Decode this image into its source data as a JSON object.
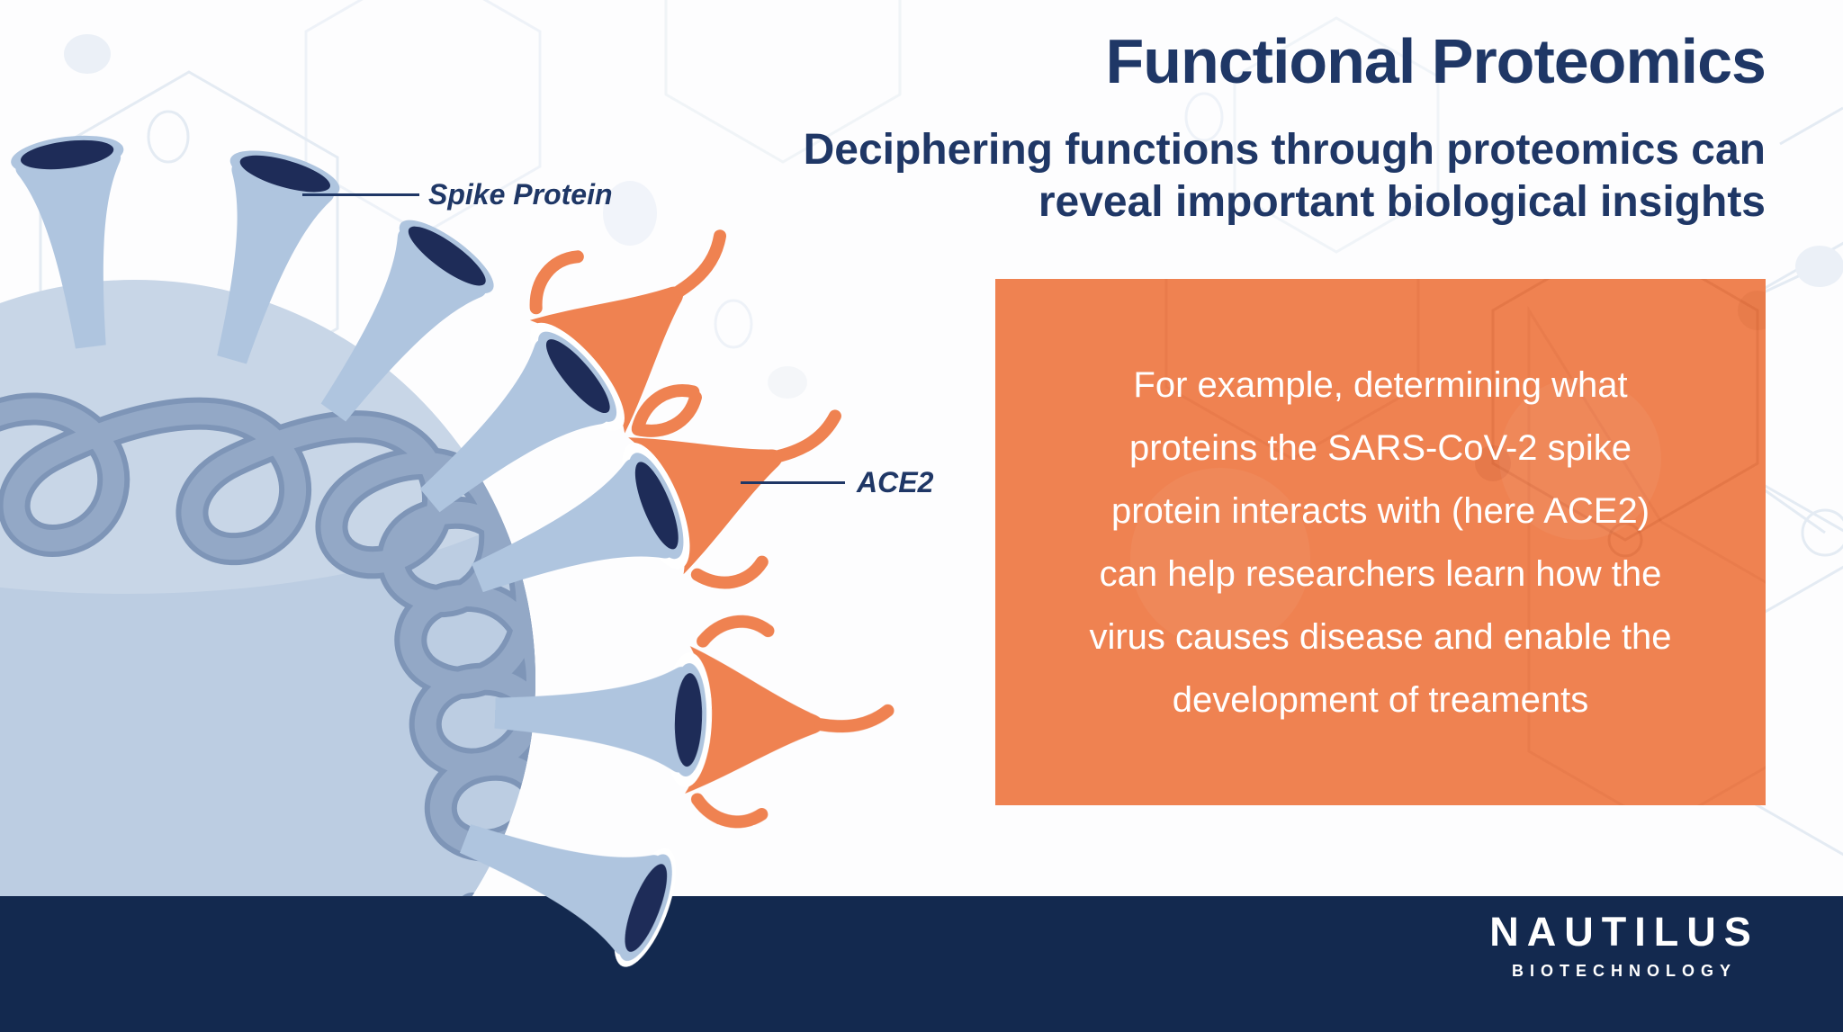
{
  "header": {
    "title": "Functional Proteomics",
    "subtitle_lines": [
      "Deciphering functions through proteomics can",
      "reveal important biological insights"
    ]
  },
  "callout": {
    "lines": [
      "For example, determining what",
      "proteins the SARS-CoV-2 spike",
      "protein interacts with (here ACE2)",
      "can help researchers learn how the",
      "virus causes disease and enable the",
      "development of treaments"
    ]
  },
  "diagram": {
    "spike_label": "Spike Protein",
    "ace2_label": "ACE2"
  },
  "footer": {
    "brand": "NAUTILUS",
    "tagline": "BIOTECHNOLOGY"
  },
  "colors": {
    "navy": "#1F3766",
    "footer_navy": "#13294F",
    "orange": "#EF8251",
    "body_blue": "#BCCDE2",
    "spike_blue": "#AFC5DF",
    "ellipse_navy": "#1E2C58",
    "rna_dark": "#7E95B7",
    "rna_light": "#93A8C6",
    "pattern_blue": "#E1E9F2"
  }
}
